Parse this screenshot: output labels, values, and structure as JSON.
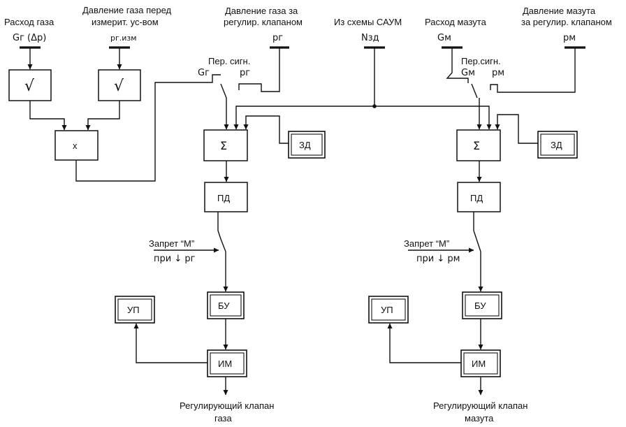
{
  "inputs": {
    "gas_flow": {
      "title": "Расход газа",
      "signal": "Gг (Δp)"
    },
    "gas_pressure_meter": {
      "title_line1": "Давление газа перед",
      "title_line2": "измерит. ус-вом",
      "signal": "pг.изм"
    },
    "gas_pressure_valve": {
      "title_line1": "Давление газа за",
      "title_line2": "регулир. клапаном",
      "signal": "pг"
    },
    "saum": {
      "title": "Из схемы САУМ",
      "signal": "Nзд"
    },
    "oil_flow": {
      "title": "Расход мазута",
      "signal": "Gм"
    },
    "oil_pressure_valve": {
      "title_line1": "Давление мазута",
      "title_line2": "за регулир. клапаном",
      "signal": "pм"
    }
  },
  "gas_channel": {
    "sqrt_label": "√",
    "multiplier_label": "x",
    "switch_title": "Пер. сигн.",
    "switch_contact_flow": "Gг",
    "switch_contact_pressure": "pг",
    "summator_label": "Σ",
    "setpoint_label": "ЗД",
    "controller_label": "ПД",
    "ban_label": "Запрет “М”",
    "ban_condition": "при ↓ pг",
    "control_unit_label": "БУ",
    "position_indicator_label": "УП",
    "actuator_label": "ИМ",
    "output_line1": "Регулирующий клапан",
    "output_line2": "газа"
  },
  "oil_channel": {
    "switch_title": "Пер.сигн.",
    "switch_contact_flow": "Gм",
    "switch_contact_pressure": "pм",
    "summator_label": "Σ",
    "setpoint_label": "ЗД",
    "controller_label": "ПД",
    "ban_label": "Запрет “М”",
    "ban_condition": "при ↓ pм",
    "control_unit_label": "БУ",
    "position_indicator_label": "УП",
    "actuator_label": "ИМ",
    "output_line1": "Регулирующий клапан",
    "output_line2": "мазута"
  }
}
